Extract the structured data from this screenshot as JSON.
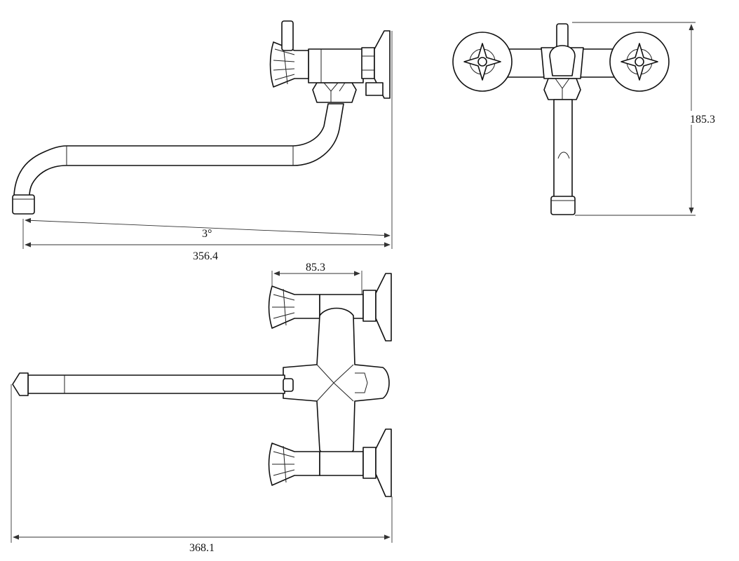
{
  "dimensions": {
    "side_view_overall": "356.4",
    "side_view_angle": "3°",
    "top_view_width": "85.3",
    "top_view_overall": "368.1",
    "front_view_height": "185.3"
  }
}
